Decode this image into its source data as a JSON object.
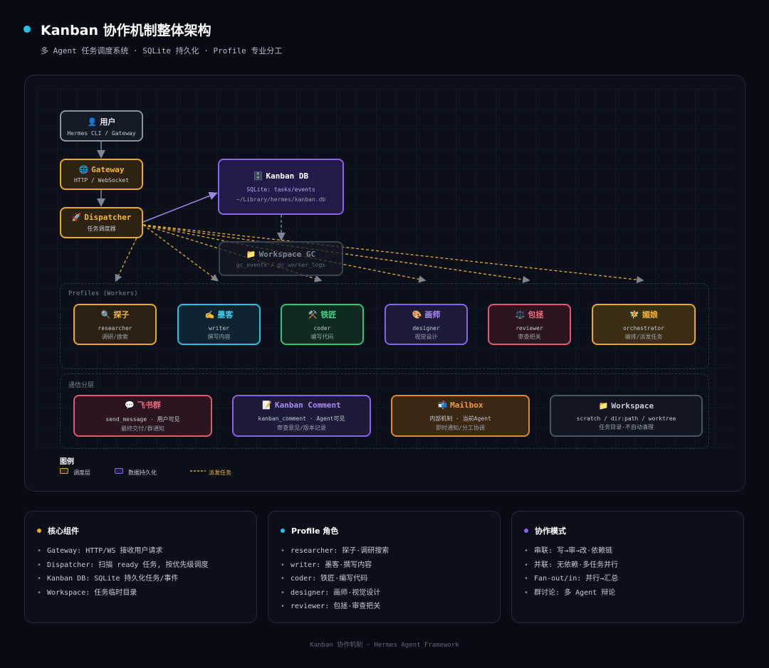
{
  "header": {
    "title": "Kanban 协作机制整体架构",
    "subtitle": "多 Agent 任务调度系统 · SQLite 持久化 · Profile 专业分工",
    "accent": "#22c3e6"
  },
  "nodes": {
    "user": {
      "icon": "👤",
      "title": "用户",
      "sub": "Hermes CLI / Gateway",
      "color": "#8b93a3"
    },
    "gateway": {
      "icon": "🌐",
      "title": "Gateway",
      "sub": "HTTP / WebSocket",
      "color": "#e9a923"
    },
    "dispatcher": {
      "icon": "🚀",
      "title": "Dispatcher",
      "sub": "任务调度器",
      "color": "#e9a923"
    },
    "kanban_db": {
      "icon": "🗄️",
      "title": "Kanban DB",
      "sub": "SQLite: tasks/events",
      "sub2": "~/Library/hermes/kanban.db",
      "color": "#8a63e8"
    },
    "workspace_gc": {
      "icon": "📁",
      "title": "Workspace GC",
      "sub": "gc_events / gc_worker_logs",
      "color": "#4a5263"
    }
  },
  "profiles": {
    "label": "Profiles (Workers)",
    "items": [
      {
        "icon": "🔍",
        "name": "探子",
        "role": "researcher",
        "desc": "调研/搜索",
        "color": "#e9a923",
        "bg": "#2a2114"
      },
      {
        "icon": "✍️",
        "name": "墨客",
        "role": "writer",
        "desc": "撰写内容",
        "color": "#22c3e6",
        "bg": "#0f2430"
      },
      {
        "icon": "⚒️",
        "name": "铁匠",
        "role": "coder",
        "desc": "编写代码",
        "color": "#2fc87a",
        "bg": "#0f2a1f"
      },
      {
        "icon": "🎨",
        "name": "画师",
        "role": "designer",
        "desc": "视觉设计",
        "color": "#8a63e8",
        "bg": "#1e1a3a"
      },
      {
        "icon": "⚖️",
        "name": "包拯",
        "role": "reviewer",
        "desc": "审查把关",
        "color": "#e8576a",
        "bg": "#2a1520"
      },
      {
        "icon": "🧚",
        "name": "媚娘",
        "role": "orchestrator",
        "desc": "编排/派发任务",
        "color": "#e9a923",
        "bg": "#3a2f14"
      }
    ]
  },
  "comms": {
    "label": "通信分层",
    "items": [
      {
        "icon": "💬",
        "name": "飞书群",
        "sub": "send_message · 用户可见",
        "desc": "最终交付/群通知",
        "color": "#e8576a",
        "bg": "#2a1520"
      },
      {
        "icon": "📝",
        "name": "Kanban Comment",
        "sub": "kanban_comment · Agent可见",
        "desc": "审查意见/版本记录",
        "color": "#8a63e8",
        "bg": "#1e1a3a"
      },
      {
        "icon": "📬",
        "name": "Mailbox",
        "sub": "内部机制 · 当前Agent",
        "desc": "即时通知/分工协调",
        "color": "#e9a923",
        "bg": "#3a2814"
      },
      {
        "icon": "📁",
        "name": "Workspace",
        "sub": "scratch / dir:path / worktree",
        "desc": "任务目录·不自动清理",
        "color": "#4a5263",
        "bg": "#111622"
      }
    ]
  },
  "legend": {
    "title": "图例",
    "items": [
      {
        "label": "调度层",
        "color": "#e9a923"
      },
      {
        "label": "数据持久化",
        "color": "#8a63e8"
      },
      {
        "label": "派发任务",
        "color": "#e9a923"
      }
    ]
  },
  "cards": [
    {
      "title": "核心组件",
      "dot": "#e9a923",
      "items": [
        "Gateway: HTTP/WS 接收用户请求",
        "Dispatcher: 扫描 ready 任务, 按优先级调度",
        "Kanban DB: SQLite 持久化任务/事件",
        "Workspace: 任务临时目录"
      ]
    },
    {
      "title": "Profile 角色",
      "dot": "#22c3e6",
      "items": [
        "researcher: 探子·调研搜索",
        "writer: 墨客·撰写内容",
        "coder: 铁匠·编写代码",
        "designer: 画师·视觉设计",
        "reviewer: 包拯·审查把关"
      ]
    },
    {
      "title": "协作模式",
      "dot": "#8a63e8",
      "items": [
        "串联: 写→审→改·依赖链",
        "并联: 无依赖·多任务并行",
        "Fan-out/in: 并行→汇总",
        "群讨论: 多 Agent 辩论"
      ]
    }
  ],
  "footer": "Kanban 协作机制 · Hermes Agent Framework"
}
